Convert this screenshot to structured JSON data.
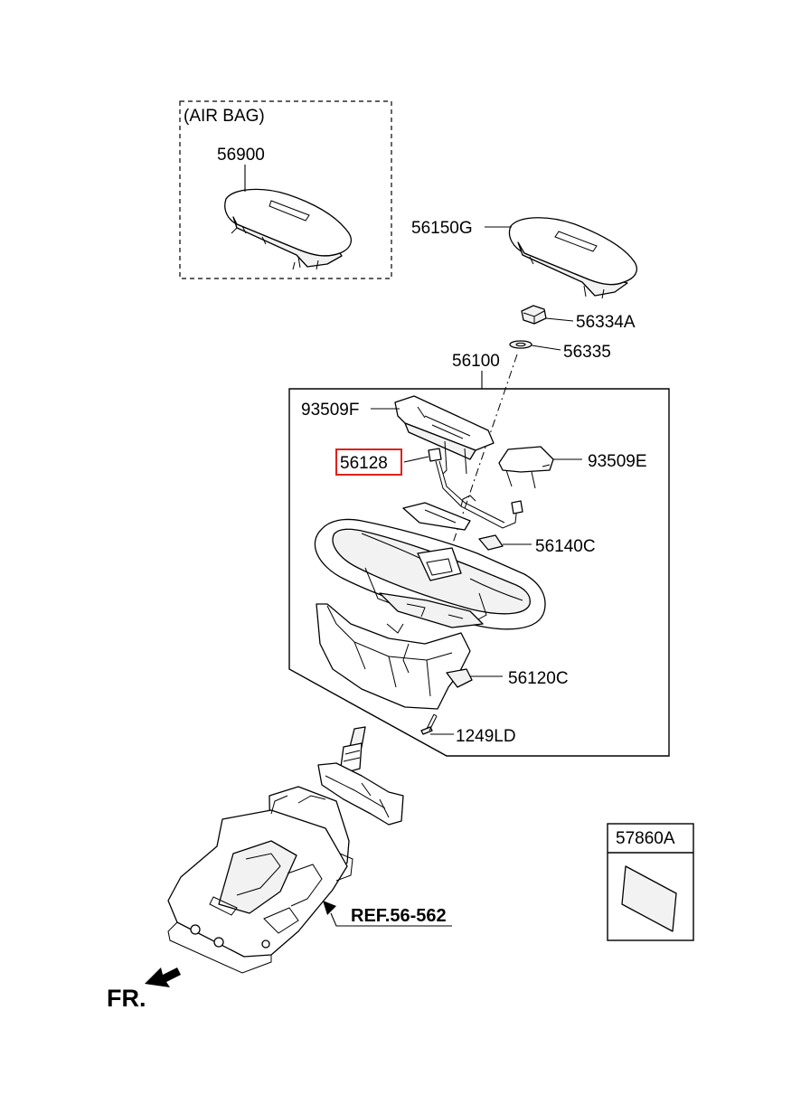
{
  "diagram": {
    "airbag_group_label": "(AIR BAG)",
    "highlight_color": "#e0201b",
    "parts": {
      "airbag_module": "56900",
      "horn_pad": "56150G",
      "nut": "56334A",
      "washer": "56335",
      "steering_wheel_assy": "56100",
      "switch_left": "93509F",
      "wiring_harness": "56128",
      "switch_right": "93509E",
      "extension_wire": "56140C",
      "lower_cover": "56120C",
      "screw": "1249LD",
      "label_sticker": "57860A"
    },
    "reference": "REF.56-562",
    "front_indicator": "FR."
  }
}
